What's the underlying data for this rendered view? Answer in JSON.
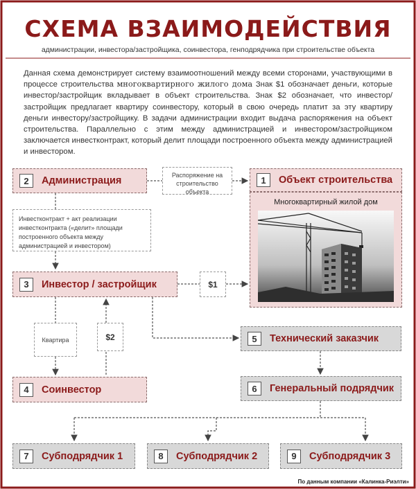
{
  "title": "СХЕМА ВЗАИМОДЕЙСТВИЯ",
  "subtitle": "администрации, инвестора/застройщика, соинвестора, генподрядчика при строительстве объекта",
  "intro": {
    "before_em": "Данная схема демонстрирует систему взаимоотношений между всеми сторонами, участвующими в процессе строительства ",
    "em": "многоквартирного жилого дома",
    "after_em": " Знак $1 обозначает деньги, которые инвестор/застройщик вкладывает в объект строительства. Знак $2 обозначает, что инвестор/застройщик предлагает квартиру соинвестору, который в свою очередь платит за эту квартиру деньги инвестору/застройщику. В задачи администрации входит выдача распоряжения на объект строительства. Параллельно с этим между администрацией и инвестором/застройщиком заключается инвестконтракт, который делит площади построенного объекта между администрацией и инвестором."
  },
  "nodes": {
    "n1": {
      "num": "1",
      "label": "Объект строительства"
    },
    "n2": {
      "num": "2",
      "label": "Администрация"
    },
    "n3": {
      "num": "3",
      "label": "Инвестор / застройщик"
    },
    "n4": {
      "num": "4",
      "label": "Соинвестор"
    },
    "n5": {
      "num": "5",
      "label": "Технический заказчик"
    },
    "n6": {
      "num": "6",
      "label": "Генеральный подрядчик"
    },
    "n7": {
      "num": "7",
      "label": "Субподрядчик 1"
    },
    "n8": {
      "num": "8",
      "label": "Субподрядчик 2"
    },
    "n9": {
      "num": "9",
      "label": "Субподрядчик 3"
    }
  },
  "photo_caption": "Многоквартирный жилой дом",
  "notes": {
    "order": "Распоряжение на строительство объекта",
    "contract": "Инвестконтракт + акт реализации инвестконтракта («делит» площади построенного объекта между администрацией и инвестором)",
    "apartment": "Квартира",
    "money1": "$1",
    "money2": "$2"
  },
  "source": "По данным компании «Калинка-Риэлти»",
  "colors": {
    "accent": "#8b1a1a",
    "admin_box": "#f2dada",
    "contractor_box": "#d8d8d8"
  }
}
